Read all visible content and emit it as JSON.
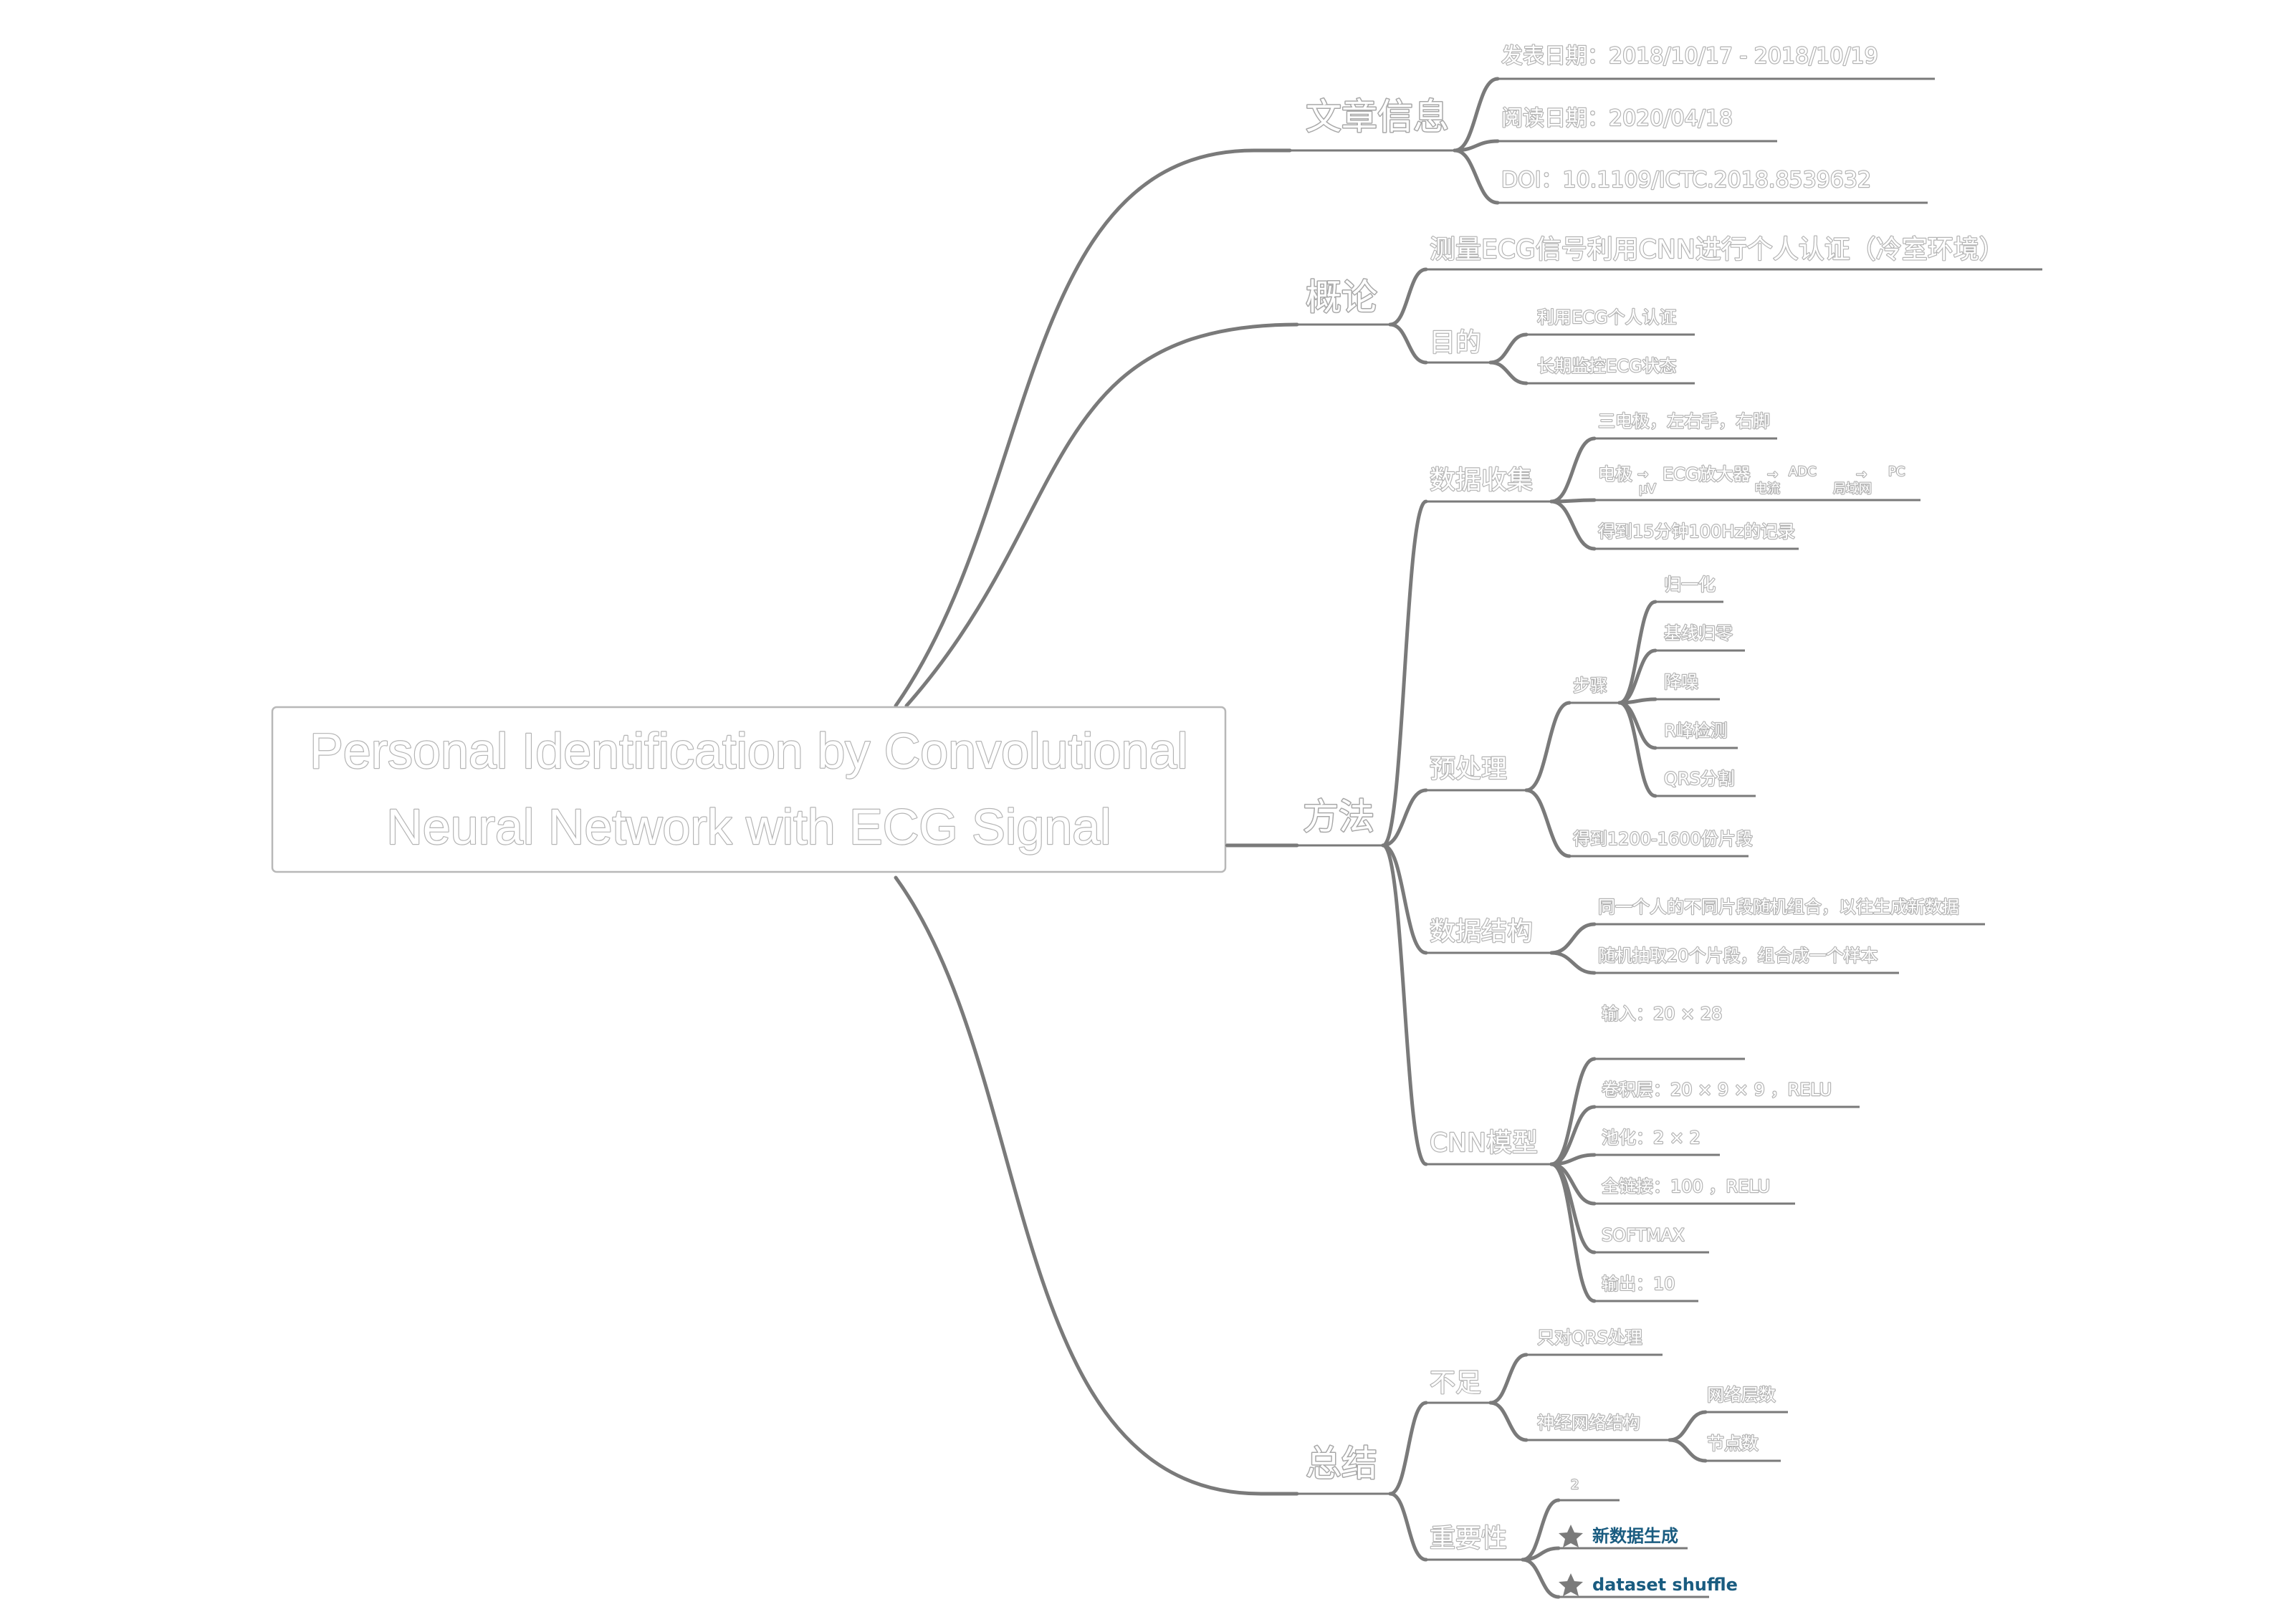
{
  "root": {
    "line1": "Personal Identification by Convolutional",
    "line2": "Neural Network with ECG Signal"
  },
  "article_info": {
    "label": "文章信息",
    "published": "发表日期：2018/10/17 - 2018/10/19",
    "read": "阅读日期：2020/04/18",
    "doi": "DOI：10.1109/ICTC.2018.8539632"
  },
  "overview": {
    "label": "概论",
    "summary": "测量ECG信号利用CNN进行个人认证（冷室环境）",
    "purpose": {
      "label": "目的",
      "items": [
        "利用ECG个人认证",
        "长期监控ECG状态"
      ]
    }
  },
  "method": {
    "label": "方法",
    "collection": {
      "label": "数据收集",
      "items": [
        "三电极，左右手，右脚",
        "得到15分钟100Hz的记录"
      ],
      "pipeline": {
        "n1": "电极",
        "n2": "ECG放大器",
        "n3": "ADC",
        "n4": "PC",
        "u1": "μV",
        "u2": "电流",
        "u3": "局域网"
      }
    },
    "preprocess": {
      "label": "预处理",
      "steps_label": "步骤",
      "steps": [
        "归一化",
        "基线归零",
        "降噪",
        "R峰检测",
        "QRS分割"
      ],
      "result": "得到1200-1600份片段"
    },
    "structure": {
      "label": "数据结构",
      "items": [
        "同一个人的不同片段随机组合，以往生成新数据",
        "随机抽取20个片段，组合成一个样本"
      ]
    },
    "cnn": {
      "label": "CNN模型",
      "items": [
        "输入：20 × 28",
        "卷积层：20 × 9 × 9 ，RELU",
        "池化：2 × 2",
        "全链接：100 ，RELU",
        "SOFTMAX",
        "输出：10"
      ]
    }
  },
  "summary": {
    "label": "总结",
    "shortcomings": {
      "label": "不足",
      "items": [
        "只对QRS处理"
      ],
      "nn": {
        "label": "神经网络结构",
        "items": [
          "网络层数",
          "节点数"
        ]
      }
    },
    "importance": {
      "label": "重要性",
      "count": "2",
      "links": [
        "新数据生成",
        "dataset shuffle"
      ]
    }
  },
  "colors": {
    "edge": "#7a7a7a",
    "outline": "#b4b4b4",
    "link": "#1a5c80"
  }
}
